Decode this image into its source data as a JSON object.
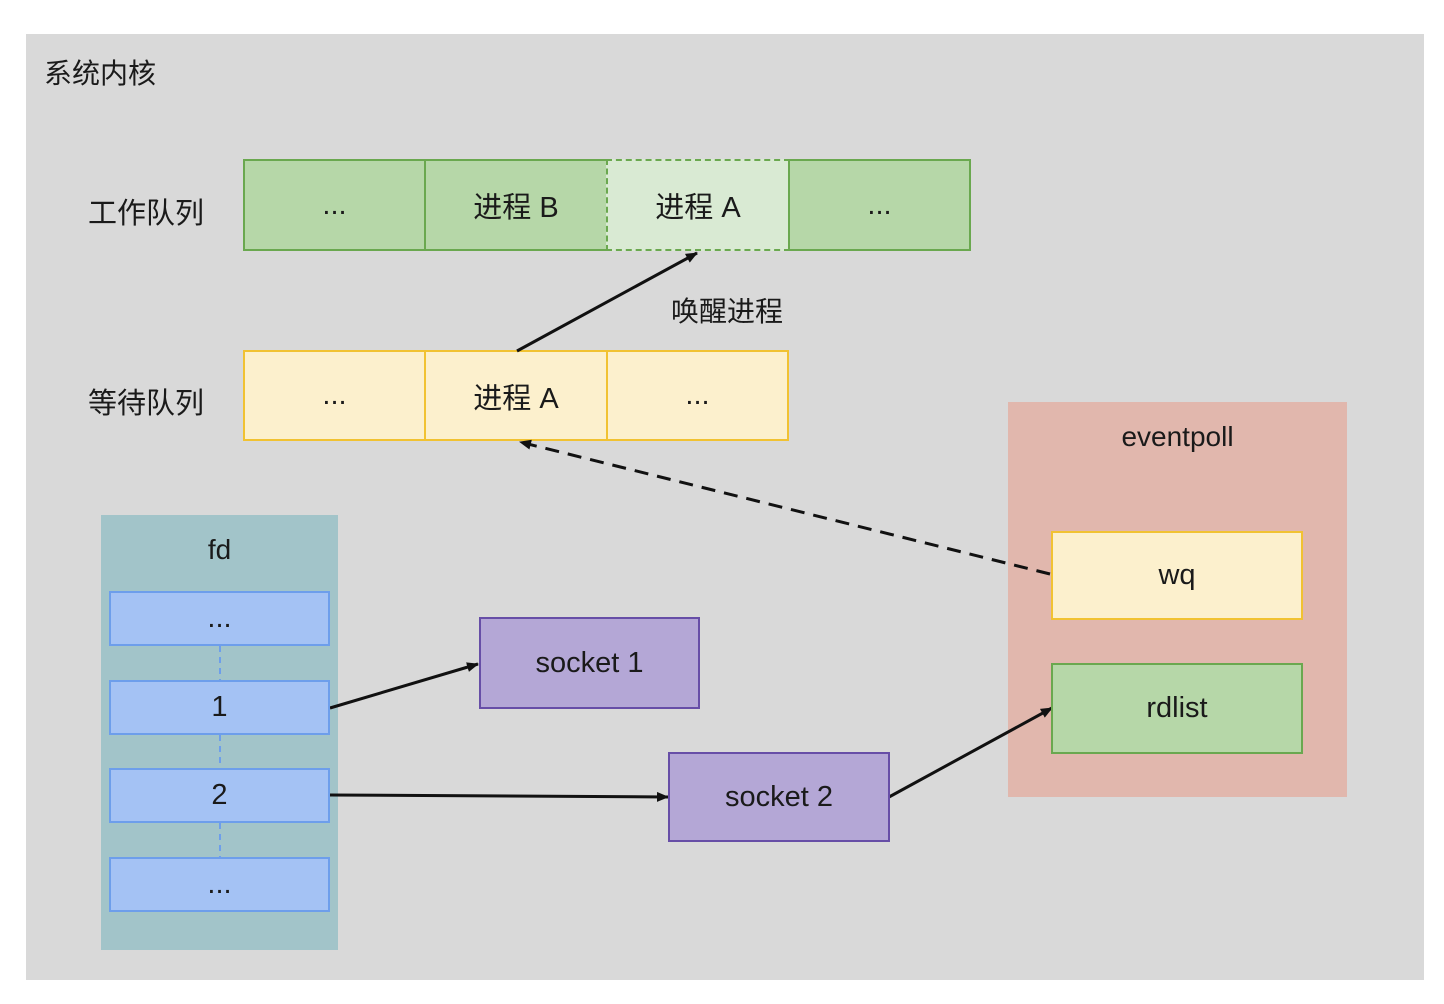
{
  "kernel": {
    "title": "系统内核"
  },
  "work_queue": {
    "label": "工作队列",
    "cells": [
      "...",
      "进程 B",
      "进程 A",
      "..."
    ]
  },
  "wake_label": "唤醒进程",
  "wait_queue": {
    "label": "等待队列",
    "cells": [
      "...",
      "进程 A",
      "..."
    ]
  },
  "fd_table": {
    "title": "fd",
    "entries": [
      "...",
      "1",
      "2",
      "..."
    ]
  },
  "sockets": [
    "socket 1",
    "socket 2"
  ],
  "eventpoll": {
    "title": "eventpoll",
    "wq": "wq",
    "rdlist": "rdlist"
  },
  "colors": {
    "kernel_bg": "#d9d9d9",
    "work_queue": "#b6d7a8",
    "wait_queue": "#fcf0cd",
    "fd_panel": "#a2c4c9",
    "fd_entry": "#a4c2f4",
    "socket": "#b4a7d6",
    "eventpoll": "#e1b7ad"
  }
}
